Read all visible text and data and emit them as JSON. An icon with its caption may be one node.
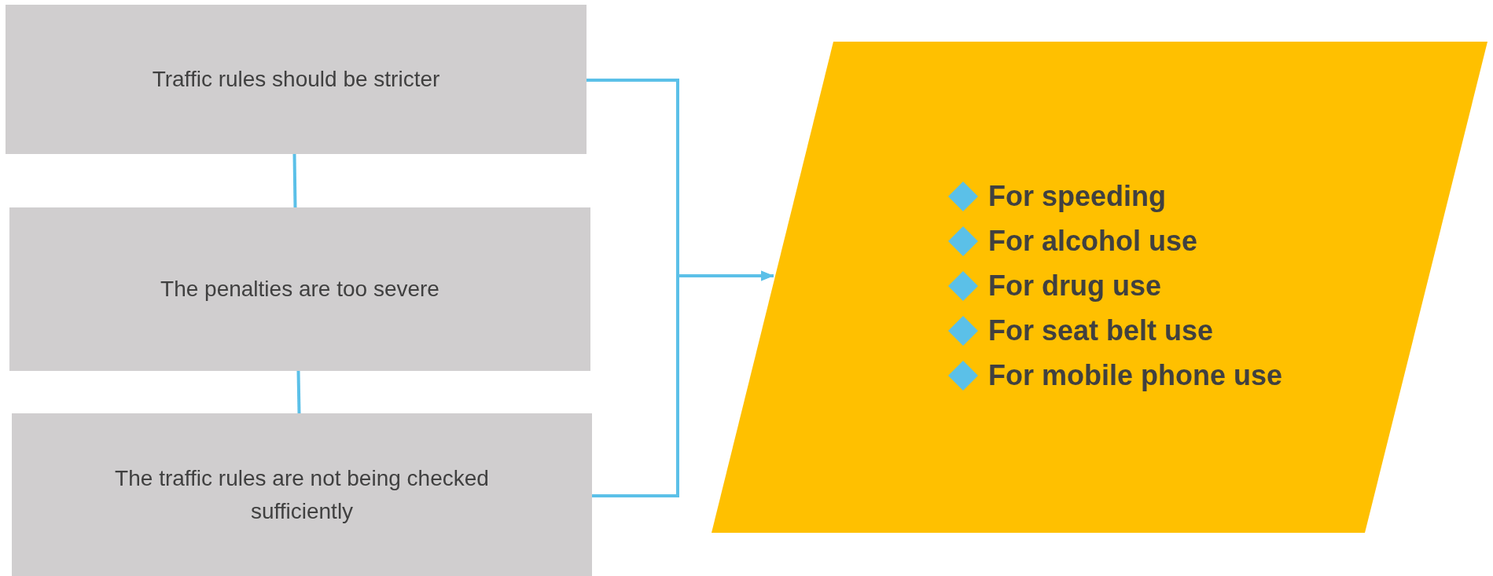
{
  "diagram": {
    "nodes": [
      {
        "text": [
          "Traffic rules should be stricter"
        ]
      },
      {
        "text": [
          "The penalties are too severe"
        ]
      },
      {
        "text": [
          "The traffic rules are not being checked sufficiently"
        ]
      },
      {
        "text": [
          "For speeding",
          "For alcohol use",
          "For drug use",
          "For seat belt use",
          "For mobile phone use"
        ]
      }
    ],
    "edges": [
      {
        "from": 0,
        "to": 1,
        "arrow": "none"
      },
      {
        "from": 1,
        "to": 2,
        "arrow": "none"
      },
      {
        "from": 0,
        "to": 3,
        "arrow": "to"
      },
      {
        "from": 2,
        "to": 3,
        "arrow": "to"
      }
    ]
  }
}
